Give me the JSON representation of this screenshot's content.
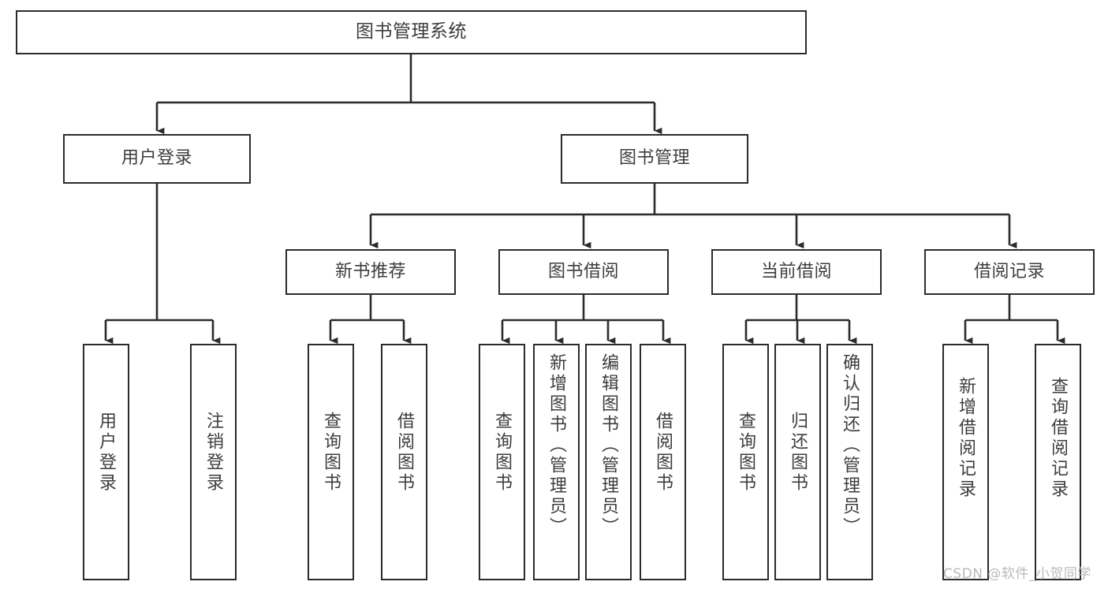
{
  "diagram": {
    "title": "图书管理系统",
    "type": "tree-hierarchy-chart",
    "watermark": "CSDN @软件_小贺同学",
    "colors": {
      "stroke": "#2b2b2b",
      "text": "#3d3d3d",
      "background": "#ffffff",
      "watermark": "#b9b9b9"
    },
    "nodes": {
      "root": {
        "label": "图书管理系统"
      },
      "level1": [
        {
          "id": "user-login",
          "label": "用户登录"
        },
        {
          "id": "book-manage",
          "label": "图书管理"
        }
      ],
      "level2": [
        {
          "id": "new-book-recommend",
          "label": "新书推荐"
        },
        {
          "id": "book-borrow",
          "label": "图书借阅"
        },
        {
          "id": "current-borrow",
          "label": "当前借阅"
        },
        {
          "id": "borrow-record",
          "label": "借阅记录"
        }
      ],
      "leaves": {
        "user_login": [
          {
            "id": "leaf-user-login",
            "label": "用户登录"
          },
          {
            "id": "leaf-logout-login",
            "label": "注销登录"
          }
        ],
        "new_book_recommend": [
          {
            "id": "leaf-query-book-1",
            "label": "查询图书"
          },
          {
            "id": "leaf-borrow-book-1",
            "label": "借阅图书"
          }
        ],
        "book_borrow": [
          {
            "id": "leaf-query-book-2",
            "label": "查询图书"
          },
          {
            "id": "leaf-add-book",
            "label": "新增图书（管理员）"
          },
          {
            "id": "leaf-edit-book",
            "label": "编辑图书（管理员）"
          },
          {
            "id": "leaf-borrow-book-2",
            "label": "借阅图书"
          }
        ],
        "current_borrow": [
          {
            "id": "leaf-query-book-3",
            "label": "查询图书"
          },
          {
            "id": "leaf-return-book",
            "label": "归还图书"
          },
          {
            "id": "leaf-confirm-return",
            "label": "确认归还（管理员）"
          }
        ],
        "borrow_record": [
          {
            "id": "leaf-add-record",
            "label": "新增借阅记录"
          },
          {
            "id": "leaf-query-record",
            "label": "查询借阅记录"
          }
        ]
      }
    }
  }
}
